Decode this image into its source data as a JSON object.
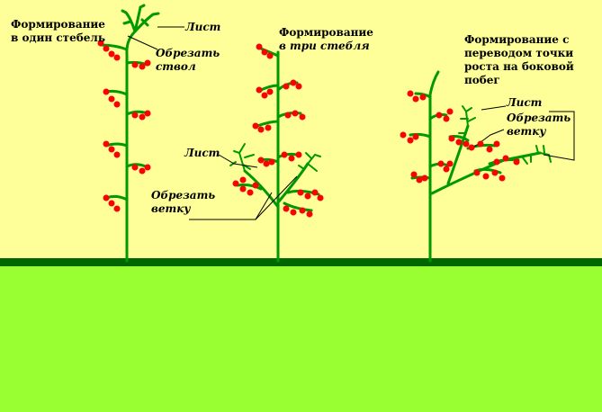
{
  "colors": {
    "sky": "#ffff99",
    "grass": "#99ff33",
    "ground_line": "#006600",
    "stem": "#009900",
    "fruit": "#ff0000",
    "leader_line": "#000000"
  },
  "plants": [
    {
      "title_lines": [
        "Формирование",
        "в один стебель"
      ],
      "leaf_label": "Лист",
      "cut_label_lines": [
        "Обрезать",
        "ствол"
      ]
    },
    {
      "title_lines": [
        "Формирование",
        "в три стебля"
      ],
      "leaf_label": "Лист",
      "cut_label_lines": [
        "Обрезать",
        "ветку"
      ]
    },
    {
      "title_lines": [
        "Формирование с",
        "переводом точки",
        "роста на боковой",
        "побег"
      ],
      "leaf_label": "Лист",
      "cut_label_lines": [
        "Обрезать",
        "ветку"
      ]
    }
  ]
}
